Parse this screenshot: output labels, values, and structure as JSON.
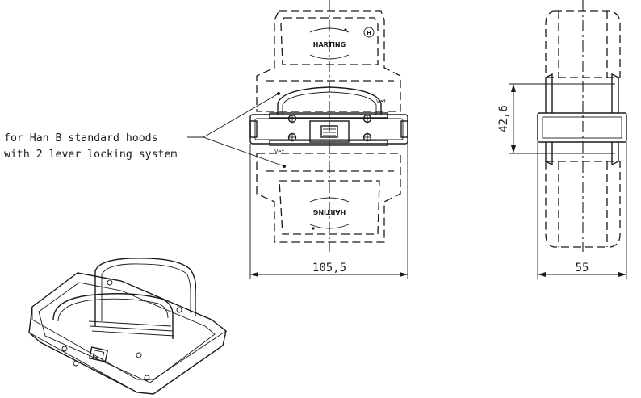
{
  "annotation": {
    "line1": "for Han B standard hoods",
    "line2": "with 2 lever locking system"
  },
  "dimensions": {
    "front_width": "105,5",
    "side_width": "55",
    "side_height": "42,6"
  },
  "markings": {
    "brand_top": "HARTING",
    "brand_bottom": "HARTING",
    "logo": "H",
    "lever_mark_right": "Vet",
    "lever_mark_left": "Vet"
  }
}
